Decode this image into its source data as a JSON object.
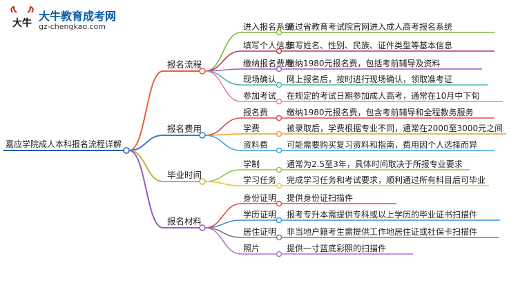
{
  "logo": {
    "title": "大牛教育成考网",
    "url": "gz-chengkao.com",
    "mark_text": "大牛"
  },
  "mindmap": {
    "root": "嘉应学院成人本科报名流程详解",
    "branches": [
      {
        "label": "报名流程",
        "color": "#e8603c",
        "items": [
          {
            "label": "进入报名系统",
            "desc": "通过省教育考试院官网进入成人高考报名系统",
            "color": "#7cb83a"
          },
          {
            "label": "填写个人信息",
            "desc": "填写姓名、性别、民族、证件类型等基本信息",
            "color": "#c8334a"
          },
          {
            "label": "缴纳报名费用",
            "desc": "缴纳1980元报名费，包括考前辅导及资料",
            "color": "#9b5cc8"
          },
          {
            "label": "现场确认",
            "desc": "网上报名后，按时进行现场确认，领取准考证",
            "color": "#49b8a8"
          },
          {
            "label": "参加考试",
            "desc": "在规定的考试日期参加成人高考，通常在10月中下旬",
            "color": "#e080b0"
          }
        ]
      },
      {
        "label": "报名费用",
        "color": "#2f7fc8",
        "items": [
          {
            "label": "报名费",
            "desc": "缴纳1980元报名费，包含考前辅导和全程教务服务",
            "color": "#d94a4a"
          },
          {
            "label": "学费",
            "desc": "被录取后，学费根据专业不同，通常在2000至3000元之间",
            "color": "#f29a2e"
          },
          {
            "label": "资料费",
            "desc": "可能需要购买复习资料和指南，费用因个人选择而异",
            "color": "#3ca0e0"
          }
        ]
      },
      {
        "label": "毕业时间",
        "color": "#c7b040",
        "items": [
          {
            "label": "学制",
            "desc": "通常为2.5至3年，具体时间取决于所报专业要求",
            "color": "#8dc43e"
          },
          {
            "label": "学习任务",
            "desc": "完成学习任务和考试要求，顺利通过所有科目后可毕业",
            "color": "#e9c43b"
          }
        ]
      },
      {
        "label": "报名材料",
        "color": "#9a5cc0",
        "items": [
          {
            "label": "身份证明",
            "desc": "提供身份证扫描件",
            "color": "#e04848"
          },
          {
            "label": "学历证明",
            "desc": "报考专升本需提供专科或以上学历的毕业证书扫描件",
            "color": "#3a8fd8"
          },
          {
            "label": "居住证明",
            "desc": "非当地户籍考生需提供工作地居住证或社保卡扫描件",
            "color": "#7c7c7c"
          },
          {
            "label": "照片",
            "desc": "提供一寸蓝底彩照的扫描件",
            "color": "#b070d0"
          }
        ]
      }
    ]
  }
}
